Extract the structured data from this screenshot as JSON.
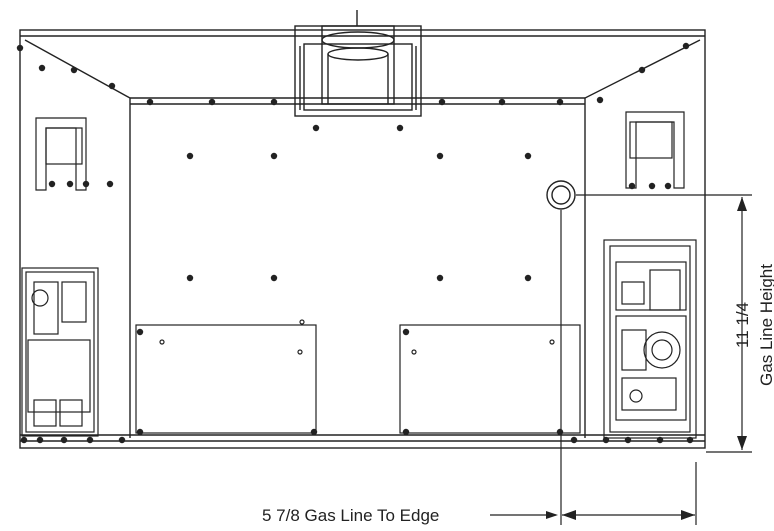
{
  "dimensions": {
    "width_label": "5 7/8 Gas Line To Edge",
    "height_value": "11 1/4",
    "height_label": "Gas Line Height"
  },
  "colors": {
    "line": "#222222",
    "background": "#ffffff"
  }
}
